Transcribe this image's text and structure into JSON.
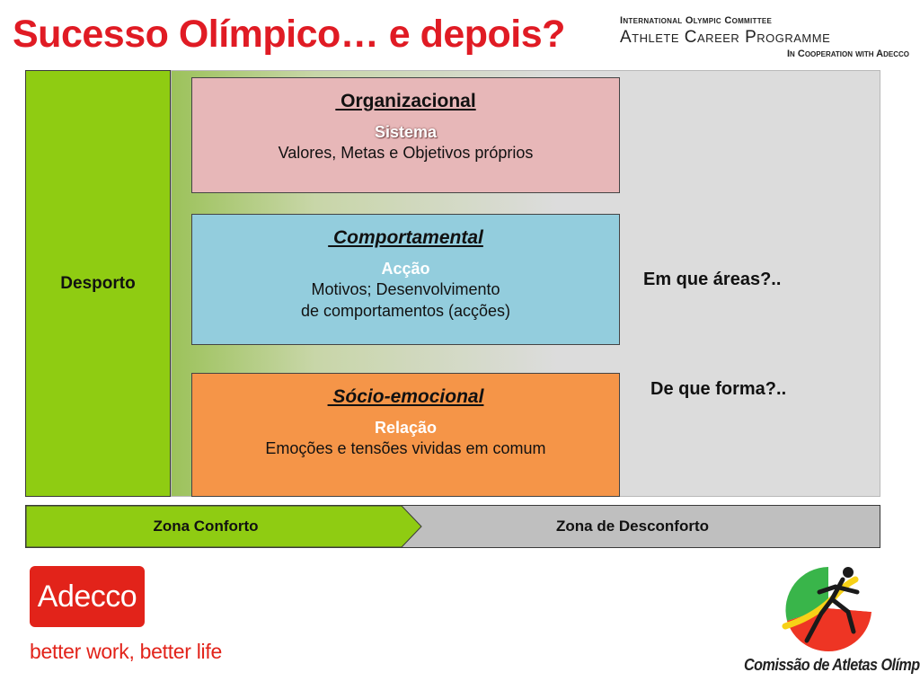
{
  "title": "Sucesso Olímpico… e depois?",
  "ioc": {
    "line1": "International Olympic Committee",
    "line2": "Athlete Career Programme",
    "line3": "In Cooperation with Adecco"
  },
  "sidebar": {
    "label": "Desporto"
  },
  "boxes": {
    "organizacional": {
      "heading": " Organizacional",
      "subheading": "Sistema",
      "body": "Valores, Metas e Objetivos próprios"
    },
    "comportamental": {
      "heading": " Comportamental",
      "subheading": "Acção",
      "body_line1": "Motivos; Desenvolvimento",
      "body_line2": "de comportamentos (acções)"
    },
    "socio": {
      "heading": " Sócio-emocional",
      "subheading": "Relação",
      "body": "Emoções e tensões vividas em comum"
    }
  },
  "questions": {
    "q1": "Em que áreas?..",
    "q2": "De que forma?.."
  },
  "zones": {
    "comfort": "Zona Conforto",
    "discomfort": "Zona de Desconforto"
  },
  "adecco": {
    "logo_text": "Adecco",
    "tagline": "better work, better life"
  },
  "cao": {
    "name": "Comissão de Atletas Olímpicos"
  },
  "colors": {
    "title": "#e01b24",
    "sport_green": "#8fcc12",
    "organizacional_pink": "#e7b7b8",
    "comportamental_blue": "#93cddd",
    "socio_orange": "#f59548",
    "zone_gray": "#bfbfbf",
    "adecco_red": "#e2231a"
  }
}
